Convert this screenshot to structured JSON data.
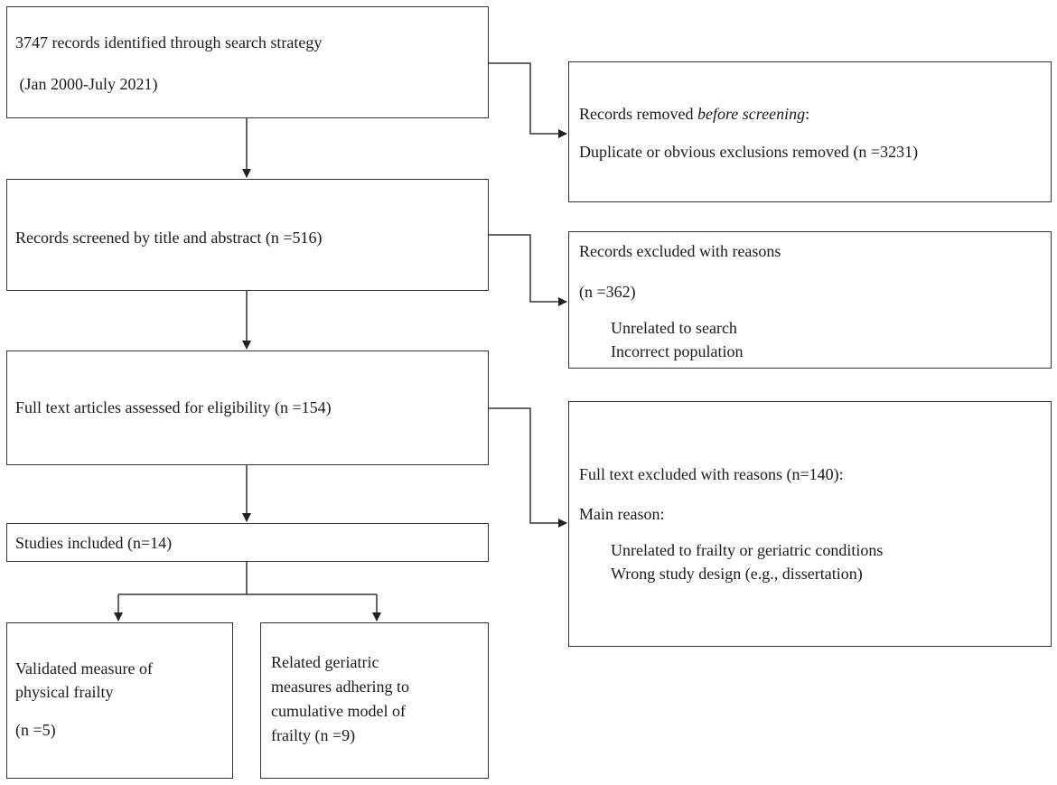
{
  "boxes": {
    "identified": {
      "line1": "3747 records identified through search strategy",
      "line2": " (Jan 2000-July 2021)"
    },
    "removed": {
      "line1_prefix": "Records removed ",
      "line1_italic": "before screening",
      "line1_suffix": ":",
      "line2": "Duplicate or obvious exclusions removed (n =3231)"
    },
    "screened": {
      "line1": "Records screened by title and abstract (n =516)"
    },
    "excluded": {
      "line1": "Records excluded with reasons",
      "line2": "(n =362)",
      "reasons": [
        "Unrelated to search",
        "Incorrect population"
      ]
    },
    "fulltext": {
      "line1": "Full text articles assessed for eligibility (n =154)"
    },
    "fulltext_excluded": {
      "line1": "Full text excluded with reasons (n=140):",
      "line2": "Main reason:",
      "reasons": [
        "Unrelated to frailty or geriatric conditions",
        "Wrong study design (e.g., dissertation)"
      ]
    },
    "included": {
      "line1": "Studies included (n=14)"
    },
    "physical": {
      "lines": [
        "Validated measure of",
        "physical frailty"
      ],
      "count": "(n =5)"
    },
    "related": {
      "lines": [
        "Related geriatric",
        "measures adhering to",
        "cumulative model of",
        "frailty (n =9)"
      ]
    }
  }
}
